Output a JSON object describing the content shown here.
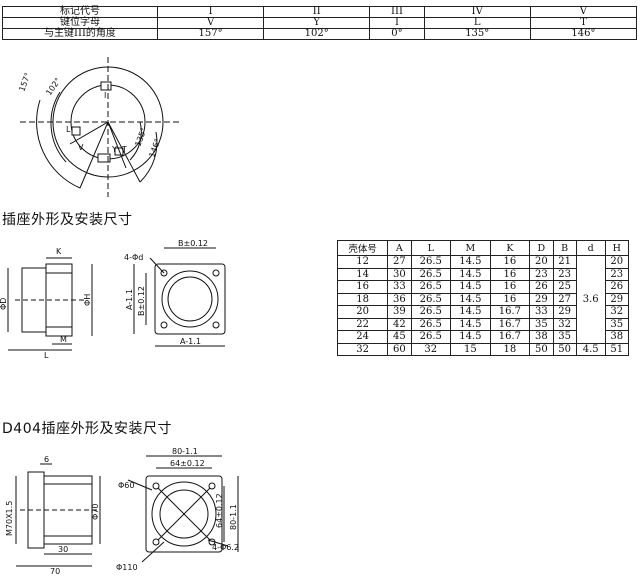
{
  "key_table": {
    "headers": [
      "标记代号",
      "I",
      "II",
      "III",
      "IV",
      "V"
    ],
    "rows": [
      [
        "键位字母",
        "V",
        "Y",
        "I",
        "L",
        "T"
      ],
      [
        "与主键III的角度",
        "157°",
        "102°",
        "0°",
        "135°",
        "146°"
      ]
    ]
  },
  "key_diagram": {
    "angles": [
      "157°",
      "102°",
      "135°",
      "146°"
    ],
    "letters": [
      "I",
      "L",
      "V",
      "Y",
      "T"
    ]
  },
  "section1": {
    "heading": "插座外形及安装尺寸",
    "side_labels": {
      "k": "K",
      "d": "ΦD",
      "h": "ΦH",
      "l": "L",
      "m": "M"
    },
    "front_labels": {
      "b": "B±0.12",
      "hole": "4-Φd",
      "a_v": "A-1.1",
      "b_v": "B±0.12",
      "a_h": "A-1.1"
    }
  },
  "dim_table": {
    "headers": [
      "壳体号",
      "A",
      "L",
      "M",
      "K",
      "D",
      "B",
      "d",
      "H"
    ],
    "rows": [
      [
        "12",
        "27",
        "26.5",
        "14.5",
        "16",
        "20",
        "21",
        "20"
      ],
      [
        "14",
        "30",
        "26.5",
        "14.5",
        "16",
        "23",
        "23",
        "23"
      ],
      [
        "16",
        "33",
        "26.5",
        "14.5",
        "16",
        "26",
        "25",
        "26"
      ],
      [
        "18",
        "36",
        "26.5",
        "14.5",
        "16",
        "29",
        "27",
        "29"
      ],
      [
        "20",
        "39",
        "26.5",
        "14.5",
        "16.7",
        "33",
        "29",
        "32"
      ],
      [
        "22",
        "42",
        "26.5",
        "14.5",
        "16.7",
        "35",
        "32",
        "35"
      ],
      [
        "24",
        "45",
        "26.5",
        "14.5",
        "16.7",
        "38",
        "35",
        "38"
      ]
    ],
    "d_merged": "3.6",
    "last_row": [
      "32",
      "60",
      "32",
      "15",
      "18",
      "50",
      "50",
      "4.5",
      "51"
    ]
  },
  "section2": {
    "heading": "D404插座外形及安装尺寸",
    "side_labels": {
      "six": "6",
      "thread": "M70X1.5",
      "dia": "Φ70",
      "thirty": "30",
      "seventy": "70"
    },
    "front_labels": {
      "w1": "80-1.1",
      "w2": "64±0.12",
      "h1": "64±0.12",
      "h2": "80-1.1",
      "d60": "Φ60",
      "d110": "Φ110",
      "holes": "4-Φ6.2"
    }
  }
}
